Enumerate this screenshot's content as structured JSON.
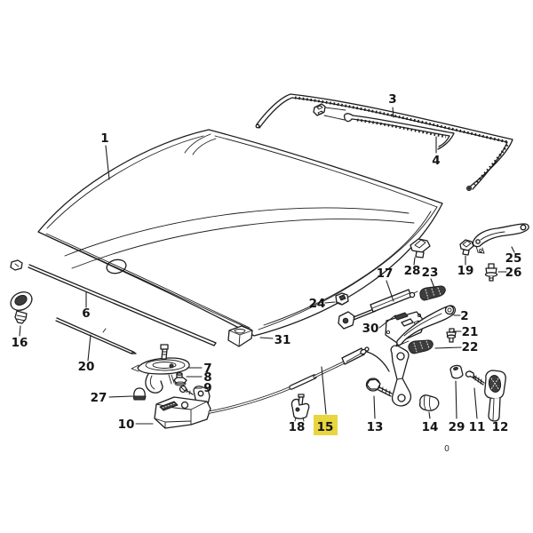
{
  "diagram": {
    "kind": "exploded parts diagram - car hood / bonnet assembly",
    "background": "#ffffff",
    "line_color": "#1d1d1d",
    "highlight": {
      "number": "15",
      "color": "#e8d63f"
    },
    "page_marker": "0",
    "callouts": {
      "c1": "1",
      "c2": "2",
      "c3": "3",
      "c4": "4",
      "c6": "6",
      "c7": "7",
      "c8": "8",
      "c9": "9",
      "c10": "10",
      "c11": "11",
      "c12": "12",
      "c13": "13",
      "c14": "14",
      "c15": "15",
      "c16": "16",
      "c17": "17",
      "c18": "18",
      "c19": "19",
      "c20": "20",
      "c21": "21",
      "c22": "22",
      "c23": "23",
      "c24": "24",
      "c25": "25",
      "c26": "26",
      "c27": "27",
      "c28": "28",
      "c29": "29",
      "c30": "30",
      "c31": "31"
    }
  }
}
